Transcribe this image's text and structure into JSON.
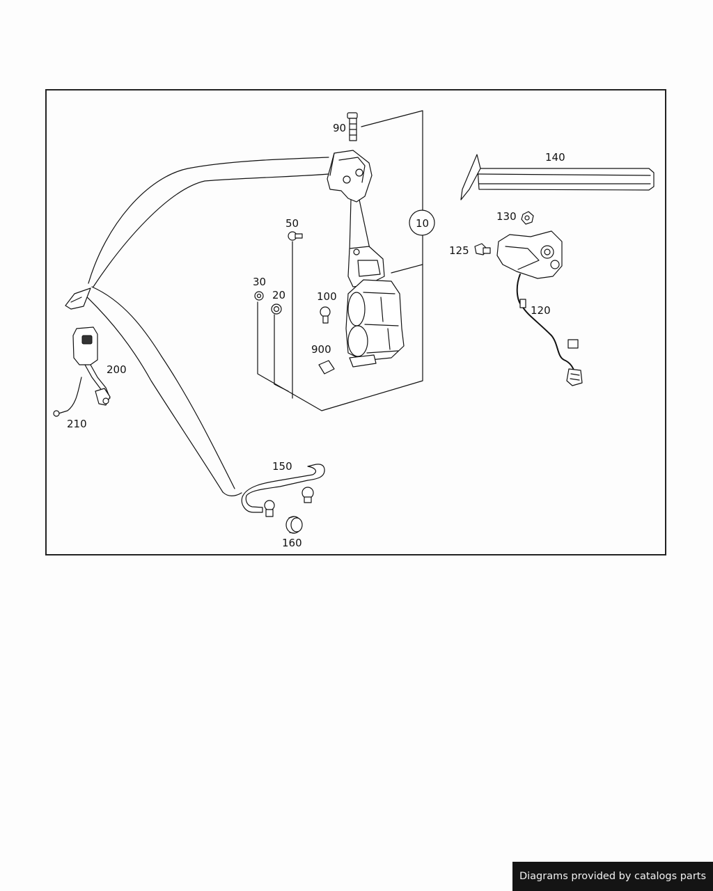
{
  "diagram": {
    "callouts": [
      {
        "key": "p90",
        "label": "90"
      },
      {
        "key": "p140",
        "label": "140"
      },
      {
        "key": "p10",
        "label": "10"
      },
      {
        "key": "p130",
        "label": "130"
      },
      {
        "key": "p50",
        "label": "50"
      },
      {
        "key": "p125",
        "label": "125"
      },
      {
        "key": "p30",
        "label": "30"
      },
      {
        "key": "p20",
        "label": "20"
      },
      {
        "key": "p100",
        "label": "100"
      },
      {
        "key": "p120",
        "label": "120"
      },
      {
        "key": "p900",
        "label": "900"
      },
      {
        "key": "p200",
        "label": "200"
      },
      {
        "key": "p210",
        "label": "210"
      },
      {
        "key": "p150",
        "label": "150"
      },
      {
        "key": "p160",
        "label": "160"
      }
    ]
  },
  "footer": {
    "credit": "Diagrams provided by catalogs parts"
  }
}
